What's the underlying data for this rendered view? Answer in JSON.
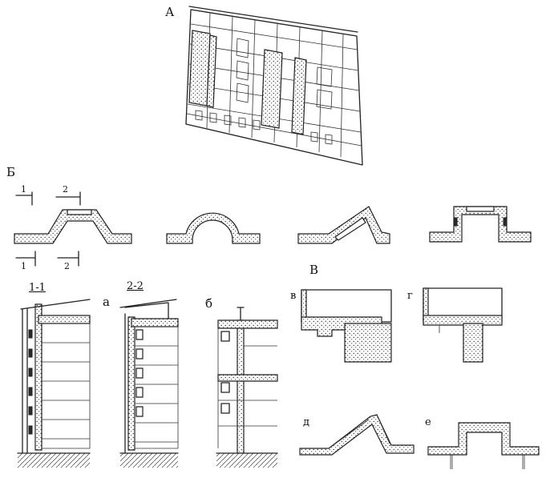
{
  "labels": {
    "A": "А",
    "B": "Б",
    "V": "В",
    "cut1_top": "1",
    "cut2_top": "2",
    "cut1_bottom": "1",
    "cut2_bottom": "2",
    "section_1_1": "1-1",
    "section_2_2": "2-2",
    "a": "а",
    "b": "б",
    "v": "в",
    "g": "г",
    "d": "д",
    "e": "е"
  }
}
